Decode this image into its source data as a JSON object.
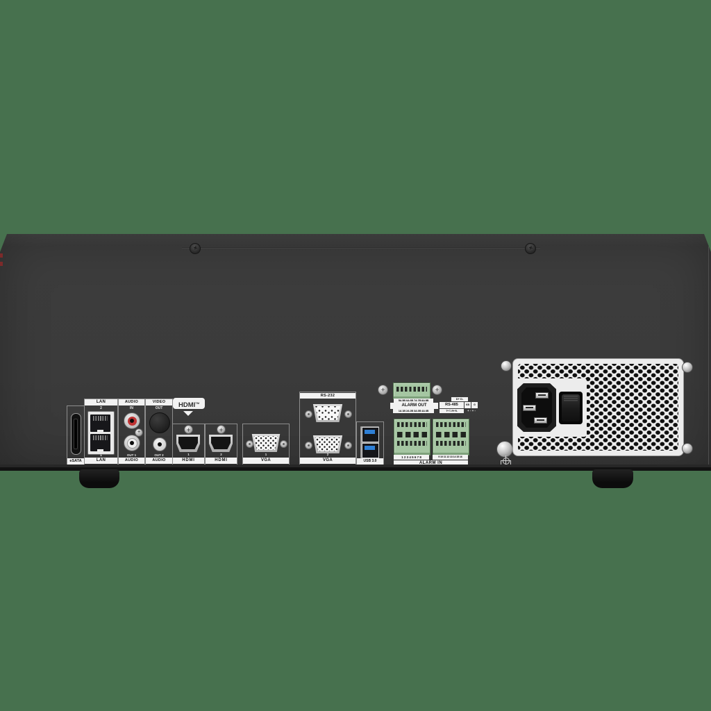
{
  "device": {
    "name": "NVR rear panel",
    "colors": {
      "background": "#47714E",
      "chassis": "#3B3B3B",
      "label_strip": "#F2F2F2",
      "terminal_green": "#A5C6A2",
      "usb_blue": "#2E7FD6",
      "rca_red": "#C03434",
      "psu_panel": "#ECECEC"
    }
  },
  "labels": {
    "esata": "eSATA",
    "lan_top": "LAN",
    "lan_top_num": "2",
    "lan_bottom_num": "1",
    "lan_bottom": "LAN",
    "audio_top": "AUDIO",
    "audio_top_sub": "IN",
    "audio_bottom_sub": "OUT 1",
    "audio_bottom": "AUDIO",
    "video_top": "VIDEO",
    "video_top_sub": "OUT",
    "video_bottom_sub": "OUT 2",
    "video_bottom": "AUDIO",
    "hdmi_badge": "HDMI",
    "hdmi_badge_tm": "TM",
    "hdmi1_num": "1",
    "hdmi1": "HDMI",
    "hdmi2_num": "2",
    "hdmi2": "HDMI",
    "vga1_num": "1",
    "vga1": "VGA",
    "rs232": "RS-232",
    "vga2_num": "2",
    "vga2": "VGA",
    "usb": "USB 3.0",
    "alarm_out_row_top": "5A 5B 6A 6B 7A 7B 8A 8B",
    "alarm_out": "ALARM OUT",
    "alarm_out_row_bottom": "1A 1B 2A 2B 3A 3B 4A 4B",
    "rs485_top": "D+ D-",
    "rs485": "RS-485",
    "rs485_cell_a": "KB",
    "rs485_cell_b": "G",
    "rs485_pins": "T+ T- R+ R-",
    "rs485_polarity": "+ - + -",
    "alarm_in_nums_left": "1 2 3 4 5 6 7 8",
    "alarm_in_nums_right": "9 10 11 12 13 14 15 16",
    "alarm_in": "ALARM IN"
  }
}
